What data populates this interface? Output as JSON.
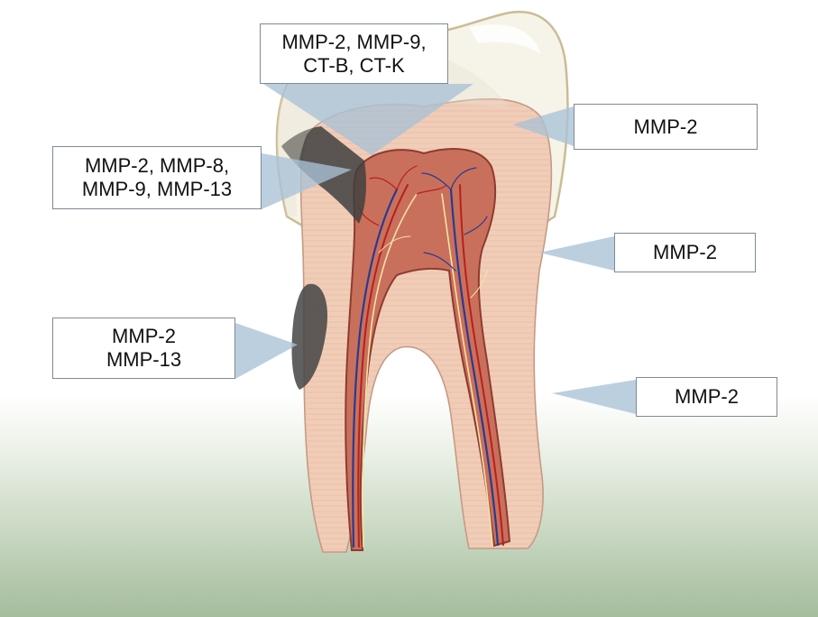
{
  "colors": {
    "enamel": "#f4f1e6",
    "dentin": "#f1cdb8",
    "pulp": "#c9705c",
    "lesion": "#4a4a4a",
    "callout": "#a9c1d6",
    "gum_gradient_bottom": "#a5bd9c"
  },
  "labels": {
    "top": {
      "line1": "MMP-2, MMP-9,",
      "line2": "CT-B, CT-K"
    },
    "left_upper": {
      "line1": "MMP-2, MMP-8,",
      "line2": "MMP-9, MMP-13"
    },
    "left_lower": {
      "line1": "MMP-2",
      "line2": "MMP-13"
    },
    "right_1": "MMP-2",
    "right_2": "MMP-2",
    "right_3": "MMP-2"
  }
}
